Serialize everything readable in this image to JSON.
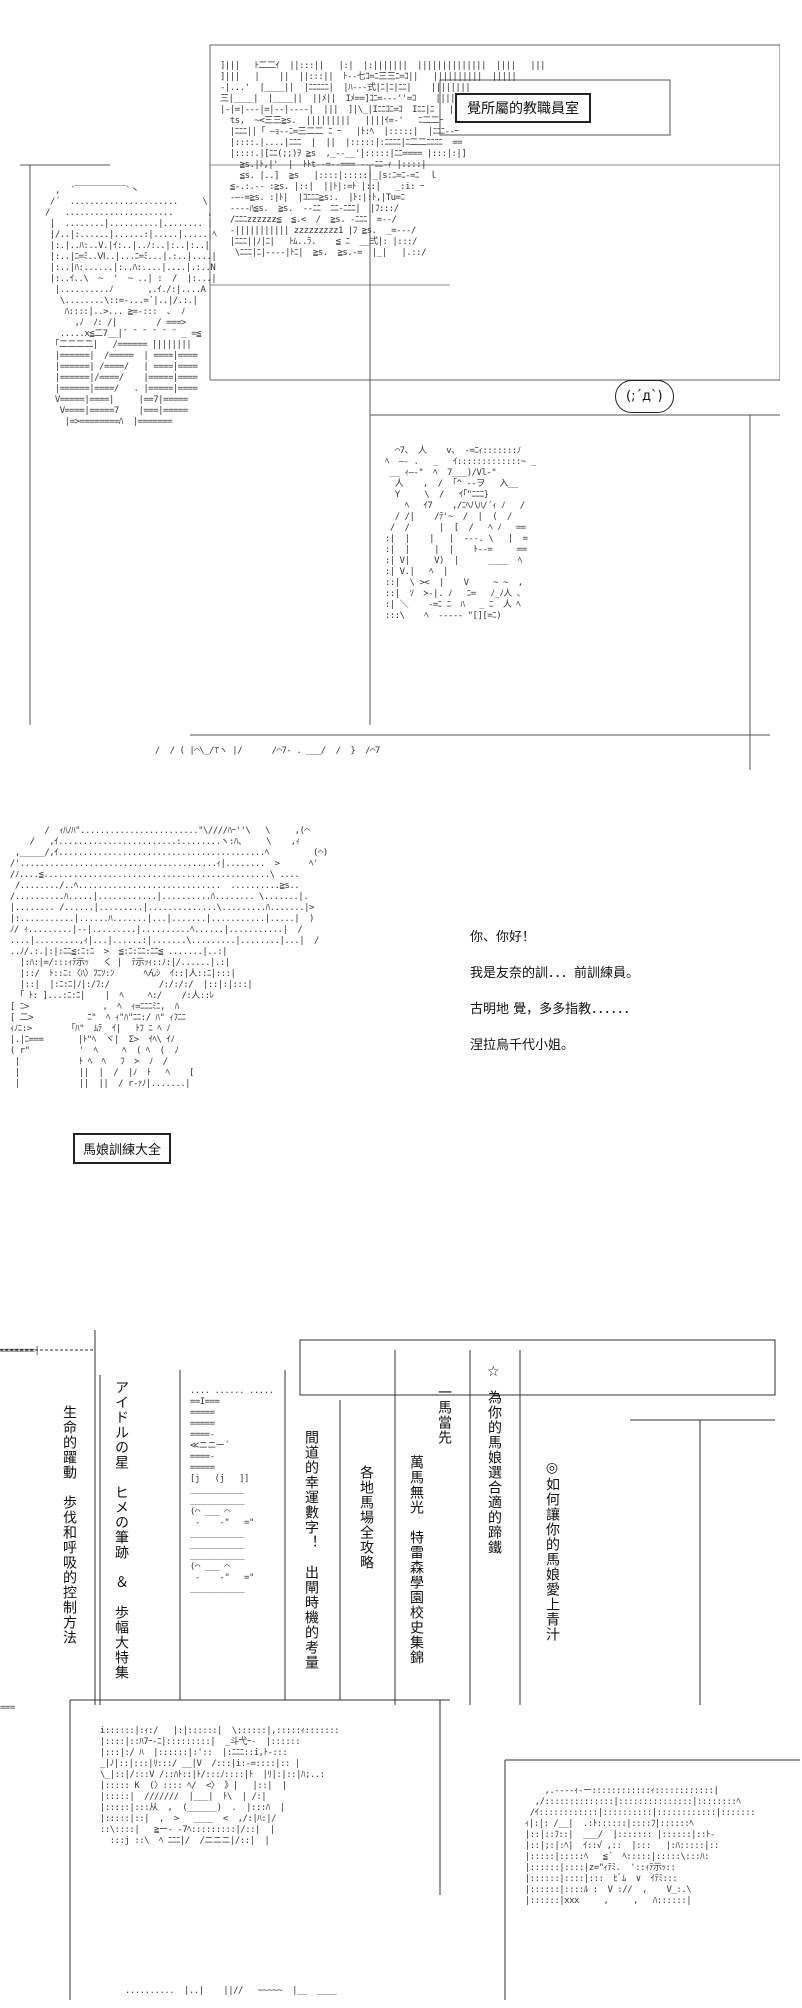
{
  "panel1": {
    "door_sign": "覺所屬的教職員室",
    "bubble": "(;´д`)"
  },
  "panel2": {
    "book_title": "馬娘訓練大全",
    "dialog": [
      "你、你好！",
      "我是友奈的訓．．．前訓練員。",
      "古明地 覺，多多指教．．．．．．",
      "涅拉烏千代小姐。"
    ]
  },
  "panel3": {
    "spines": [
      "生命的躍動　歩伐和呼吸的控制方法",
      "アイドルの星　ヒメの筆跡　＆　歩幅大特集",
      "間道的幸運數字！　出閘時機的考量",
      "各地馬場全攻略",
      "萬馬無光　特雷森學園校史集錦",
      "一馬當先",
      "為你的馬娘選合適的蹄鐵",
      "◎如何讓你的馬娘愛上青汁"
    ],
    "star": "☆"
  }
}
